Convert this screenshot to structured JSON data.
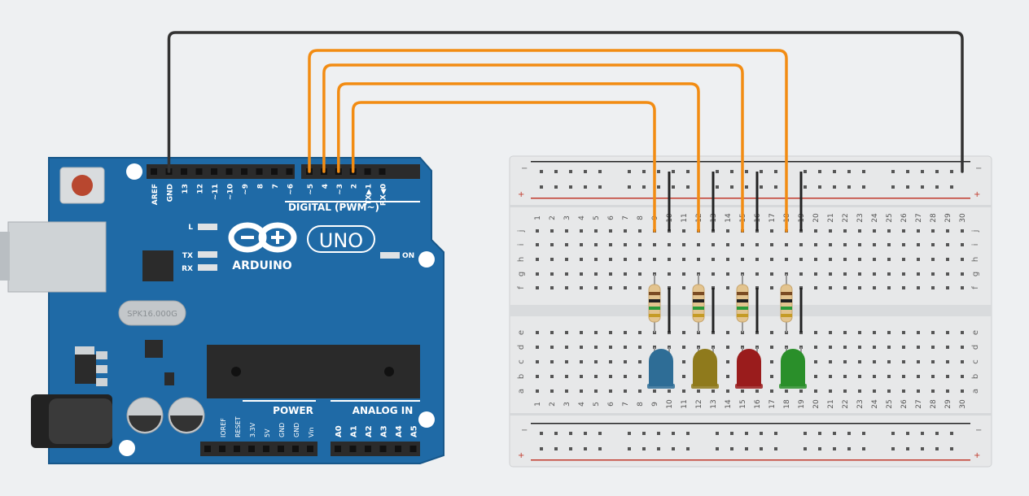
{
  "board": {
    "brand": "ARDUINO",
    "model": "UNO",
    "crystal": "SPK16.000G",
    "on_label": "ON",
    "led_l": "L",
    "led_tx": "TX",
    "led_rx": "RX",
    "digital_title": "DIGITAL (PWM~)",
    "digital_pins": [
      "AREF",
      "GND",
      "13",
      "12",
      "~11",
      "~10",
      "~9",
      "8",
      "7",
      "~6",
      "~5",
      "4",
      "~3",
      "2",
      "TX▶1",
      "RX◀0"
    ],
    "power_title": "POWER",
    "power_pins": [
      "IOREF",
      "RESET",
      "3.3V",
      "5V",
      "GND",
      "GND",
      "Vin"
    ],
    "analog_title": "ANALOG IN",
    "analog_pins": [
      "A0",
      "A1",
      "A2",
      "A3",
      "A4",
      "A5"
    ]
  },
  "breadboard": {
    "columns": 30,
    "rows_top": [
      "j",
      "i",
      "h",
      "g",
      "f"
    ],
    "rows_bottom": [
      "e",
      "d",
      "c",
      "b",
      "a"
    ],
    "rail_plus": "+",
    "rail_minus": "−"
  },
  "components": {
    "leds": [
      {
        "color": "#2e6d96",
        "name": "blue"
      },
      {
        "color": "#8f7a1c",
        "name": "yellow"
      },
      {
        "color": "#9a1c1c",
        "name": "red"
      },
      {
        "color": "#2a8f2a",
        "name": "green"
      }
    ],
    "wire_colors": {
      "signal": "#f28c13",
      "ground": "#333333"
    }
  }
}
